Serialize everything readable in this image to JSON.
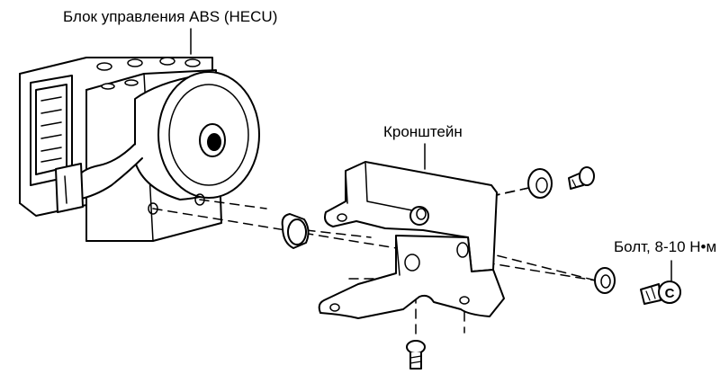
{
  "labels": {
    "hecu": "Блок управления ABS (HECU)",
    "bracket": "Кронштейн",
    "bolt": "Болт, 8-10 Н•м",
    "bolt_marker": "C"
  }
}
